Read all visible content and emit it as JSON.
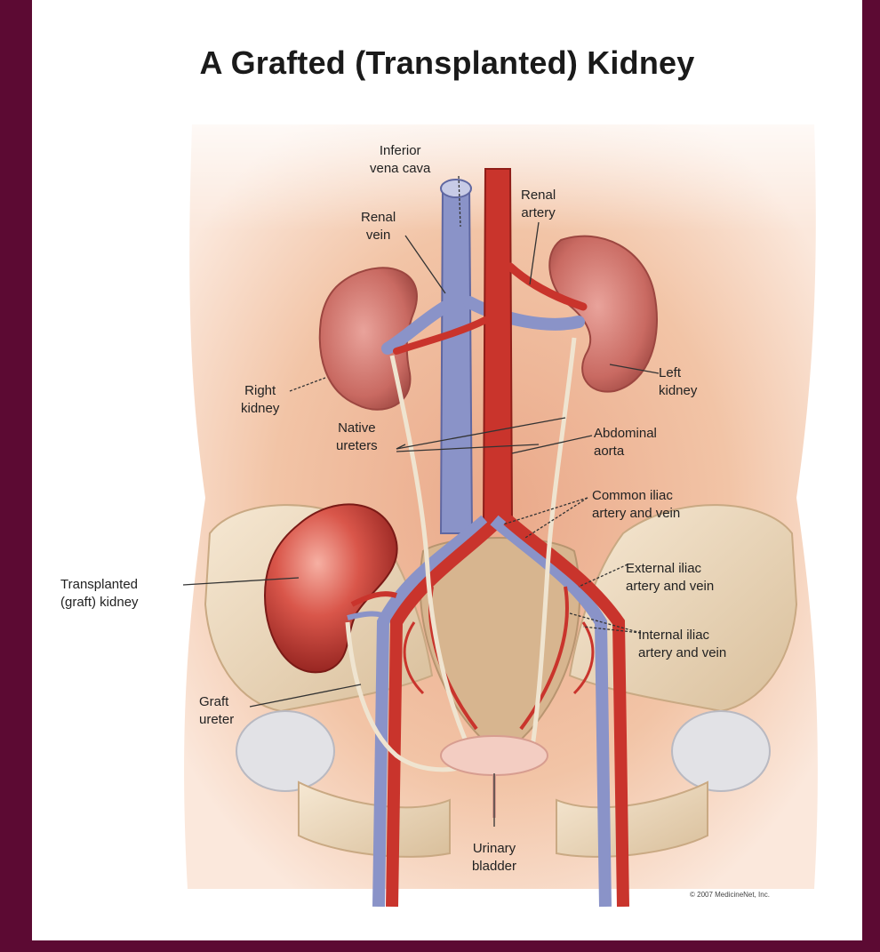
{
  "diagram": {
    "title": "A Grafted (Transplanted) Kidney",
    "copyright": "© 2007 MedicineNet, Inc.",
    "labels": {
      "inferior_vena_cava": [
        "Inferior",
        "vena cava"
      ],
      "renal_artery": [
        "Renal",
        "artery"
      ],
      "renal_vein": [
        "Renal",
        "vein"
      ],
      "right_kidney": [
        "Right",
        "kidney"
      ],
      "left_kidney": [
        "Left",
        "kidney"
      ],
      "native_ureters": [
        "Native",
        "ureters"
      ],
      "abdominal_aorta": [
        "Abdominal",
        "aorta"
      ],
      "common_iliac": [
        "Common iliac",
        "artery and vein"
      ],
      "external_iliac": [
        "External iliac",
        "artery and vein"
      ],
      "transplanted_kidney": [
        "Transplanted",
        "(graft) kidney"
      ],
      "internal_iliac": [
        "Internal iliac",
        "artery and vein"
      ],
      "graft_ureter": [
        "Graft",
        "ureter"
      ],
      "urinary_bladder": [
        "Urinary",
        "bladder"
      ]
    },
    "colors": {
      "frame": "#5c0a33",
      "skin": "#f2c2a2",
      "artery": "#c9342c",
      "vein": "#8a93c8",
      "kidney": "#c96a62",
      "graft_kidney": "#d45548",
      "bone": "#eed9bc",
      "ureter": "#efe4d0"
    }
  }
}
